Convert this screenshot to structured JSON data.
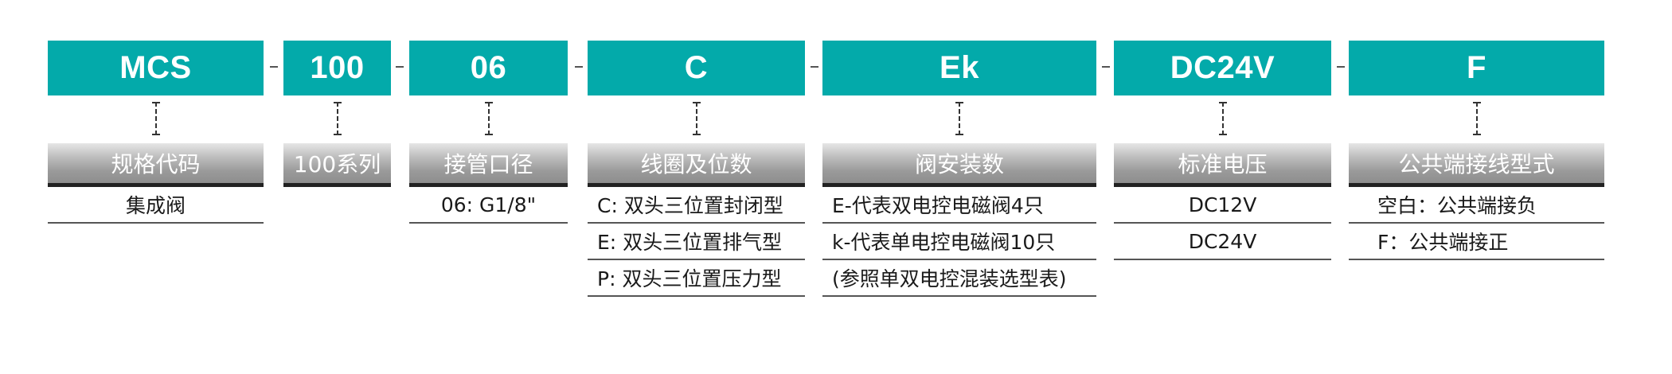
{
  "code_segments": [
    {
      "code": "MCS",
      "label": "规格代码",
      "options": [
        "集成阀"
      ]
    },
    {
      "code": "100",
      "label": "100系列",
      "options": []
    },
    {
      "code": "06",
      "label": "接管口径",
      "options": [
        "06: G1/8\""
      ]
    },
    {
      "code": "C",
      "label": "线圈及位数",
      "options": [
        "C: 双头三位置封闭型",
        "E: 双头三位置排气型",
        "P: 双头三位置压力型"
      ]
    },
    {
      "code": "Ek",
      "label": "阀安装数",
      "options": [
        "E-代表双电控电磁阀4只",
        "k-代表单电控电磁阀10只",
        "(参照单双电控混装选型表)"
      ]
    },
    {
      "code": "DC24V",
      "label": "标准电压",
      "options": [
        "DC12V",
        "DC24V"
      ]
    },
    {
      "code": "F",
      "label": "公共端接线型式",
      "options": [
        "空白：公共端接负",
        "F：公共端接正"
      ]
    }
  ],
  "separator": "-",
  "colors": {
    "code_box": "#03aaaa",
    "label_gradient_dark": "#8e8e8e",
    "label_underline": "#222222"
  }
}
